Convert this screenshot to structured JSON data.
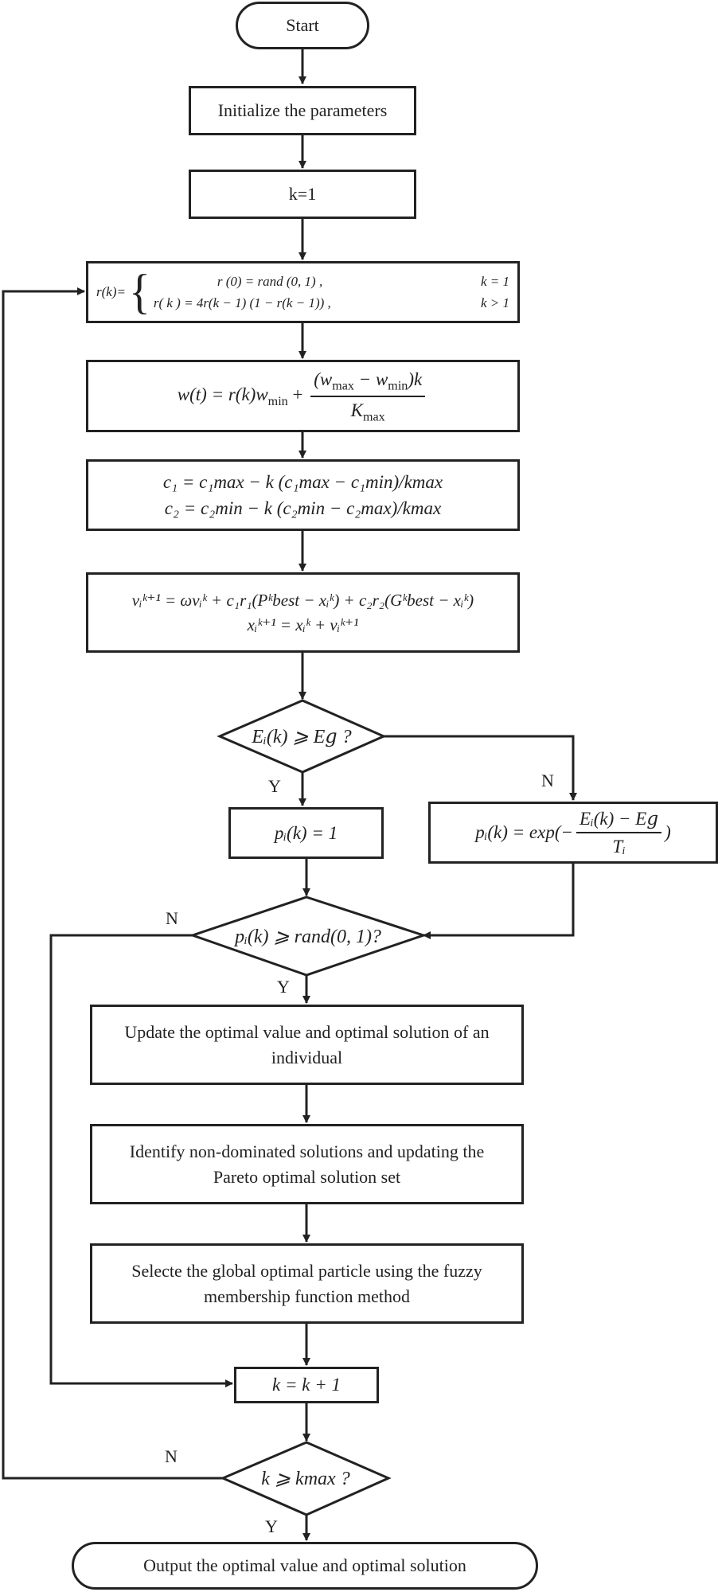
{
  "flowchart": {
    "start": "Start",
    "init": "Initialize the parameters",
    "k1": "k=1",
    "rk": {
      "lhs": "r(k)=",
      "case1_expr": "r (0) = rand (0, 1)   ,",
      "case1_cond": "k = 1",
      "case2_expr": "r(  k  ) =   4r(k − 1) (1 −   r(k − 1))   ,",
      "case2_cond": "k > 1"
    },
    "wt": {
      "lhs": "w(t) = r(k)w",
      "lhs_sub": "min",
      "plus": "+",
      "num": "(w",
      "num_sub1": "max",
      "num_mid": " − w",
      "num_sub2": "min",
      "num_end": ")k",
      "den": "K",
      "den_sub": "max"
    },
    "c": {
      "line1": "c₁ = c₁max − k (c₁max − c₁min)/kmax",
      "line2": "c₂ = c₂min − k (c₂min − c₂max)/kmax"
    },
    "v": {
      "line1": "vᵢᵏ⁺¹ = ωvᵢᵏ + c₁r₁(Pᵏbest − xᵢᵏ) + c₂r₂(Gᵏbest − xᵢᵏ)",
      "line2": "xᵢᵏ⁺¹ = xᵢᵏ + vᵢᵏ⁺¹"
    },
    "dec1": "Eᵢ(k) ⩾ E𝑔 ?",
    "p1": "pᵢ(k) = 1",
    "pexp": {
      "lhs": "pᵢ(k) = exp(−",
      "num": "Eᵢ(k) − E𝑔",
      "den": "Tᵢ",
      "rhs": ")"
    },
    "dec2": "pᵢ(k) ⩾ rand(0, 1)?",
    "update": "Update the optimal value and optimal solution of an individual",
    "identify": "Identify non-dominated solutions and updating the Pareto optimal solution set",
    "select": "Selecte the global optimal particle using the fuzzy membership function method",
    "kinc": "k = k + 1",
    "dec3": "k ⩾ kmax ?",
    "output": "Output the optimal value and optimal solution"
  },
  "labels": {
    "dec1_yes": "Y",
    "dec1_no": "N",
    "dec2_yes": "Y",
    "dec2_no": "N",
    "dec3_yes": "Y",
    "dec3_no": "N"
  }
}
